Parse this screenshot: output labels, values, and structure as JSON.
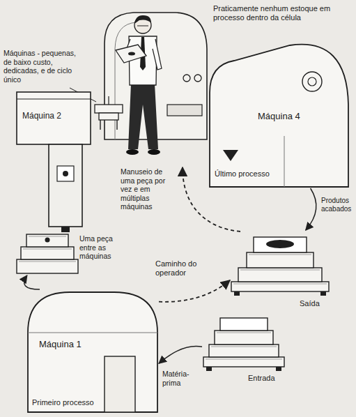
{
  "diagram": {
    "nodes": [
      {
        "text": [
          "Máquina 2"
        ]
      },
      {
        "text": [
          "Máquina 4",
          "Último processo"
        ]
      },
      {
        "text": [
          "Saída"
        ]
      },
      {
        "text": [
          "Máquina 1",
          "Primeiro processo"
        ]
      },
      {
        "text": [
          "Entrada"
        ]
      }
    ],
    "edges": [
      {
        "from": 3,
        "to": 0,
        "arrow": "to"
      },
      {
        "from": 1,
        "to": 2,
        "arrow": "to"
      },
      {
        "from": 3,
        "to": 2,
        "arrow": "to"
      },
      {
        "from": 4,
        "to": 3,
        "arrow": "to"
      }
    ],
    "labels": [
      "Praticamente nenhum estoque em processo dentro da célula",
      "Máquinas - pequenas, de baixo custo, dedicadas, e de ciclo único",
      "Manuseio de uma peça por vez e em múltiplas máquinas",
      "Uma peça entre as máquinas",
      "Caminho do operador",
      "Produtos acabados",
      "Matéria-prima"
    ]
  }
}
